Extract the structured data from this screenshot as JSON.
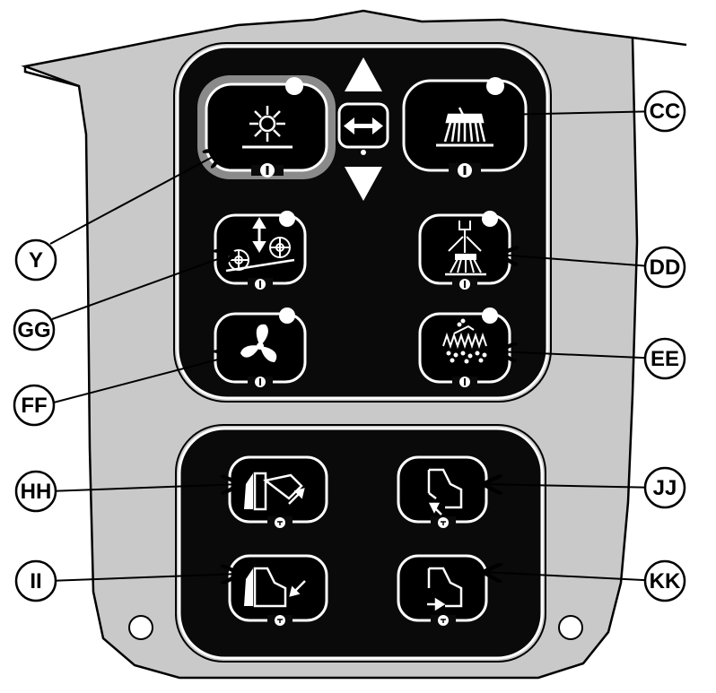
{
  "callouts": {
    "y": "Y",
    "gg": "GG",
    "ff": "FF",
    "cc": "CC",
    "dd": "DD",
    "ee": "EE",
    "hh": "HH",
    "ii": "II",
    "jj": "JJ",
    "kk": "KK"
  },
  "colors": {
    "panel_gray": "#c9c9c9",
    "keypad_black": "#0a0a0a",
    "outline": "#000000",
    "white": "#ffffff"
  },
  "icons": {
    "main_brush_button": "brush-roller-icon",
    "side_brush_button": "side-brush-icon",
    "brush_lift_button": "brush-lift-icon",
    "water_spray_button": "water-spray-icon",
    "vacuum_fan_button": "fan-icon",
    "filter_shaker_button": "filter-shaker-icon",
    "hopper_raise_button": "hopper-raise-icon",
    "hopper_lower_button": "hopper-lower-icon",
    "hopper_door_open_button": "hopper-door-open-icon",
    "hopper_door_close_button": "hopper-door-close-icon",
    "up_arrow": "arrow-up-icon",
    "down_arrow": "arrow-down-icon",
    "shift_toggle": "double-arrow-icon"
  }
}
